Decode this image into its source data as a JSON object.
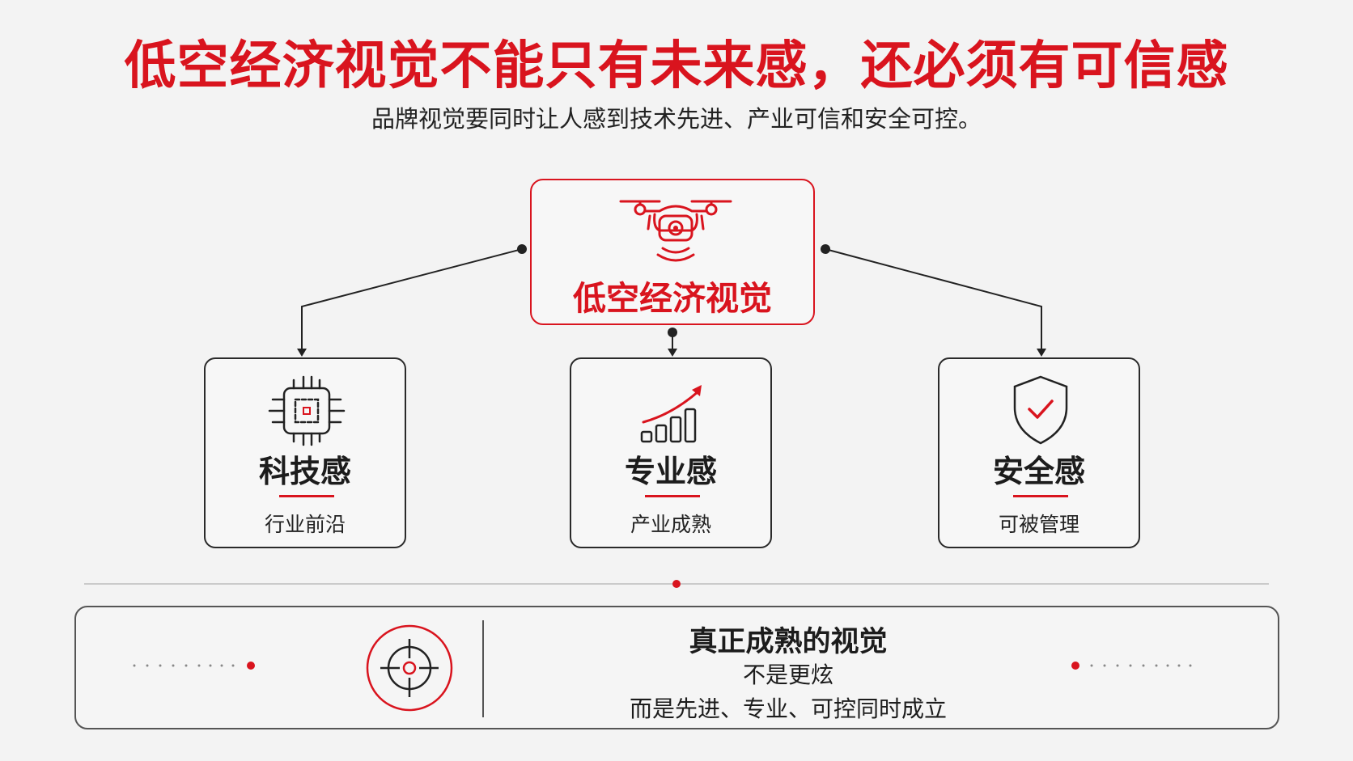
{
  "header": {
    "title": "低空经济视觉不能只有未来感，还必须有可信感",
    "subtitle": "品牌视觉要同时让人感到技术先进、产业可信和安全可控。"
  },
  "center": {
    "label": "低空经济视觉",
    "icon": "drone-icon"
  },
  "cards": [
    {
      "title": "科技感",
      "sub": "行业前沿",
      "icon": "chip-icon"
    },
    {
      "title": "专业感",
      "sub": "产业成熟",
      "icon": "growth-chart-icon"
    },
    {
      "title": "安全感",
      "sub": "可被管理",
      "icon": "shield-check-icon"
    }
  ],
  "bottom": {
    "title": "真正成熟的视觉",
    "line1": "不是更炫",
    "line2": "而是先进、专业、可控同时成立",
    "icon": "target-icon"
  },
  "colors": {
    "accent": "#d9141e",
    "text": "#1e1e1e",
    "background": "#f3f3f3",
    "border": "#2a2a2a"
  }
}
